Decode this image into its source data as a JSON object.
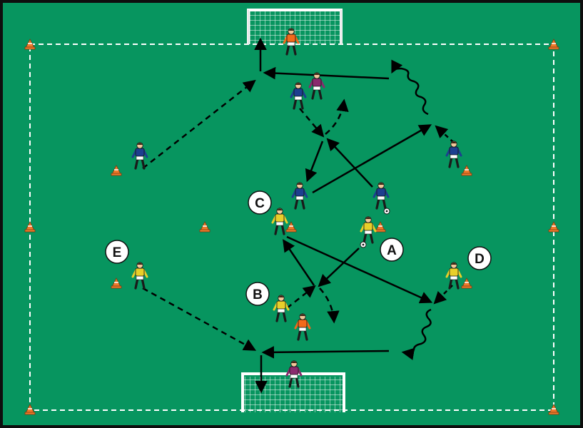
{
  "colors": {
    "pitch": "#07955f",
    "frame": "#0e0e0e",
    "team_blue": "#1d3f8f",
    "team_yellow": "#e8cf2a",
    "keeper_orange": "#f26a1b",
    "keeper_purple": "#8a2a6e",
    "cone": "#f07a2a",
    "lines": "#ffffff",
    "arrows": "#000000"
  },
  "labels": {
    "a": "A",
    "b": "B",
    "c": "C",
    "d": "D",
    "e": "E"
  },
  "icons": {
    "goal": "goal-net-icon",
    "cone": "training-cone-icon",
    "player": "player-figure-icon",
    "ball": "football-icon"
  }
}
